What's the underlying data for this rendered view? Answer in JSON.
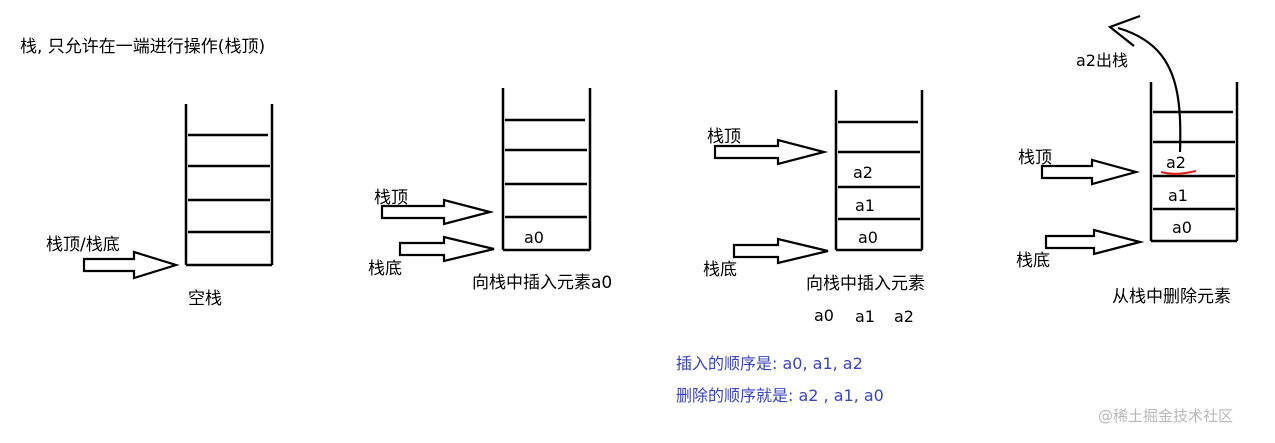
{
  "heading": "栈, 只允许在一端进行操作(栈顶)",
  "stage1": {
    "pointer_label": "栈顶/栈底",
    "caption": "空栈"
  },
  "stage2": {
    "top_label": "栈顶",
    "bottom_label": "栈底",
    "caption": "向栈中插入元素a0",
    "items": [
      "a0"
    ]
  },
  "stage3": {
    "top_label": "栈顶",
    "bottom_label": "栈底",
    "caption": "向栈中插入元素",
    "items": [
      "a0",
      "a1",
      "a2"
    ],
    "sequence": [
      "a0",
      "a1",
      "a2"
    ]
  },
  "stage4": {
    "top_label": "栈顶",
    "bottom_label": "栈底",
    "caption": "从栈中删除元素",
    "items": [
      "a0",
      "a1",
      "a2"
    ],
    "pop_label": "a2出栈"
  },
  "notes": {
    "insert_order": "插入的顺序是: a0, a1, a2",
    "delete_order": "删除的顺序就是: a2 , a1, a0"
  },
  "watermark": "@稀土掘金技术社区",
  "colors": {
    "note_text": "#3a43b8",
    "underline": "#e02020",
    "line": "#000000"
  }
}
